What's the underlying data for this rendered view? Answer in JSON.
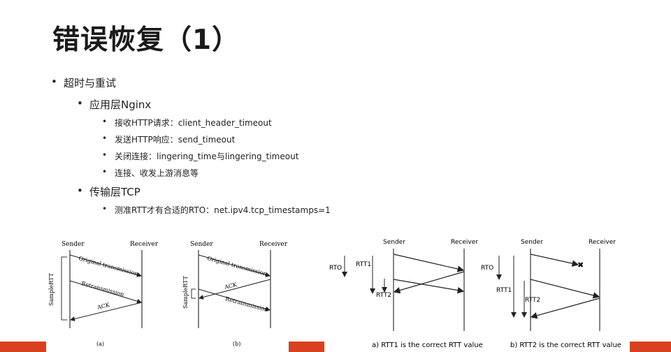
{
  "slide": {
    "title": "错误恢复（1）",
    "bullets": {
      "l1": "超时与重试",
      "nginx": "应用层Nginx",
      "nginx_items": [
        "接收HTTP请求：client_header_timeout",
        "发送HTTP响应：send_timeout",
        "关闭连接：lingering_time与lingering_timeout",
        "连接、收发上游消息等"
      ],
      "tcp": "传输层TCP",
      "tcp_items": [
        "测准RTT才有合适的RTO：net.ipv4.tcp_timestamps=1"
      ]
    }
  },
  "fig_left": {
    "a": {
      "sender": "Sender",
      "receiver": "Receiver",
      "msg1": "Original transmission",
      "msg2": "Retransmission",
      "msg3": "ACK",
      "side": "SampleRTT",
      "caption": "(a)"
    },
    "b": {
      "sender": "Sender",
      "receiver": "Receiver",
      "msg1": "Original transmission",
      "msg2": "ACK",
      "msg3": "Retransmission",
      "side": "SampleRTT",
      "caption": "(b)"
    }
  },
  "fig_right": {
    "a": {
      "sender": "Sender",
      "receiver": "Receiver",
      "rto": "RTO",
      "rtt1": "RTT1",
      "rtt2": "RTT2",
      "caption": "a) RTT1 is the correct RTT value"
    },
    "b": {
      "sender": "Sender",
      "receiver": "Receiver",
      "rto": "RTO",
      "rtt1": "RTT1",
      "rtt2": "RTT2",
      "caption": "b) RTT2 is the correct RTT value"
    }
  },
  "colors": {
    "accent": "#d9411e"
  }
}
